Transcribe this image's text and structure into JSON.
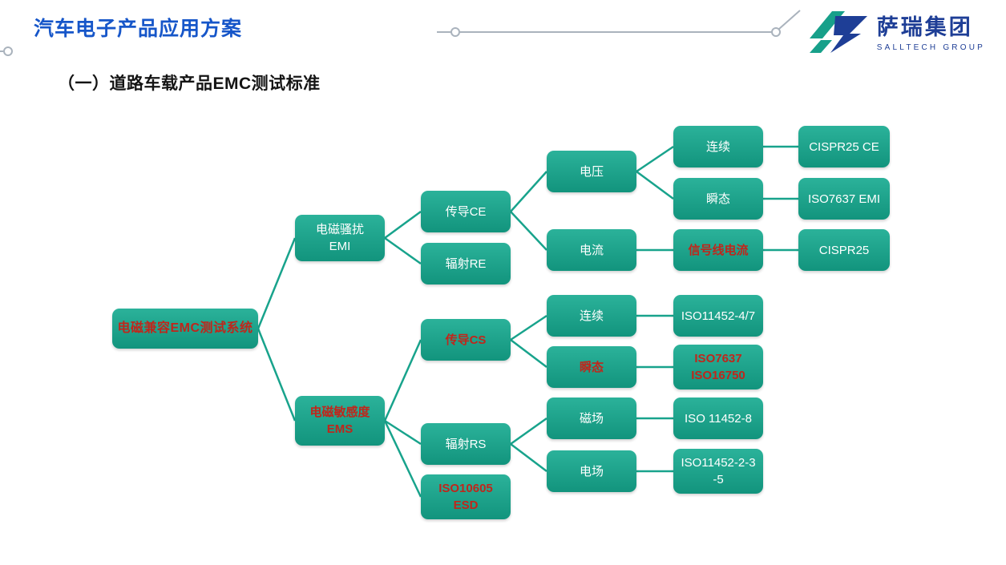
{
  "header": {
    "title": "汽车电子产品应用方案",
    "logo": {
      "name": "萨瑞集团",
      "subtitle": "SALLTECH GROUP"
    }
  },
  "section_title": "（一）道路车载产品EMC测试标准",
  "colors": {
    "title_blue": "#1656c9",
    "logo_blue": "#1e3e96",
    "logo_teal": "#17a08a",
    "node_fill_top": "#2bb29a",
    "node_fill_bottom": "#12947d",
    "red_text": "#c0261b",
    "line": "#18a38c",
    "deco_gray": "#aab3bd"
  },
  "diagram": {
    "nodes": [
      {
        "id": "root",
        "label": "电磁兼容EMC测试系统"
      },
      {
        "id": "emi",
        "label": "电磁骚扰\nEMI"
      },
      {
        "id": "ems",
        "label": "电磁敏感度\nEMS"
      },
      {
        "id": "conducted-ce",
        "label": "传导CE"
      },
      {
        "id": "radiated-re",
        "label": "辐射RE"
      },
      {
        "id": "voltage",
        "label": "电压"
      },
      {
        "id": "current",
        "label": "电流"
      },
      {
        "id": "continuous-1",
        "label": "连续"
      },
      {
        "id": "transient-1",
        "label": "瞬态"
      },
      {
        "id": "cispr25-ce",
        "label": "CISPR25 CE"
      },
      {
        "id": "iso7637-emi",
        "label": "ISO7637 EMI"
      },
      {
        "id": "signal-line-current",
        "label": "信号线电流"
      },
      {
        "id": "cispr25",
        "label": "CISPR25"
      },
      {
        "id": "conducted-cs",
        "label": "传导CS"
      },
      {
        "id": "continuous-2",
        "label": "连续"
      },
      {
        "id": "transient-2",
        "label": "瞬态"
      },
      {
        "id": "iso11452-4-7",
        "label": "ISO11452-4/7"
      },
      {
        "id": "iso7637-iso16750",
        "label": "ISO7637\nISO16750"
      },
      {
        "id": "radiated-rs",
        "label": "辐射RS"
      },
      {
        "id": "magnetic-field",
        "label": "磁场"
      },
      {
        "id": "electric-field",
        "label": "电场"
      },
      {
        "id": "iso11452-8",
        "label": "ISO 11452-8"
      },
      {
        "id": "iso11452-2-3-5",
        "label": "ISO11452-2-3\n-5"
      },
      {
        "id": "iso10605-esd",
        "label": "ISO10605\nESD"
      }
    ],
    "edges": [
      [
        "root",
        "emi"
      ],
      [
        "root",
        "ems"
      ],
      [
        "emi",
        "conducted-ce"
      ],
      [
        "emi",
        "radiated-re"
      ],
      [
        "conducted-ce",
        "voltage"
      ],
      [
        "conducted-ce",
        "current"
      ],
      [
        "voltage",
        "continuous-1"
      ],
      [
        "voltage",
        "transient-1"
      ],
      [
        "continuous-1",
        "cispr25-ce"
      ],
      [
        "transient-1",
        "iso7637-emi"
      ],
      [
        "current",
        "signal-line-current"
      ],
      [
        "signal-line-current",
        "cispr25"
      ],
      [
        "ems",
        "conducted-cs"
      ],
      [
        "ems",
        "radiated-rs"
      ],
      [
        "ems",
        "iso10605-esd"
      ],
      [
        "conducted-cs",
        "continuous-2"
      ],
      [
        "conducted-cs",
        "transient-2"
      ],
      [
        "continuous-2",
        "iso11452-4-7"
      ],
      [
        "transient-2",
        "iso7637-iso16750"
      ],
      [
        "radiated-rs",
        "magnetic-field"
      ],
      [
        "radiated-rs",
        "electric-field"
      ],
      [
        "magnetic-field",
        "iso11452-8"
      ],
      [
        "electric-field",
        "iso11452-2-3-5"
      ]
    ]
  }
}
